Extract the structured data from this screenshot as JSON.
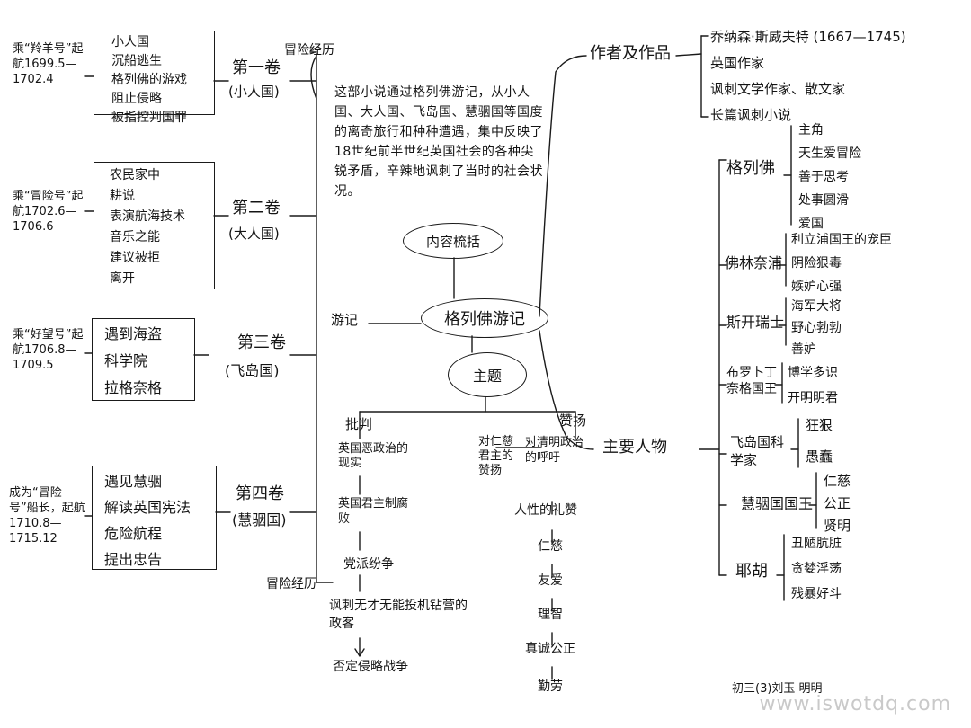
{
  "center": {
    "title": "格列佛游记"
  },
  "overview": {
    "heading": "内容梳括",
    "text": "这部小说通过格列佛游记，从小人国、大人国、飞岛国、慧骃国等国度的离奇旅行和种种遭遇，集中反映了18世纪前半世纪英国社会的各种尖锐矛盾，辛辣地讽刺了当时的社会状况。"
  },
  "left_branch": {
    "label": "游记",
    "adventure_top": "冒险经历",
    "adventure_bottom": "冒险经历",
    "volumes": [
      {
        "title": "第一卷",
        "country": "(小人国)",
        "ship": "乘“羚羊号”起航1699.5—1702.4",
        "events": [
          "小人国",
          "沉船逃生",
          "格列佛的游戏",
          "阻止侵略",
          "被指控判国罪"
        ]
      },
      {
        "title": "第二卷",
        "country": "(大人国)",
        "ship": "乘“冒险号”起航1702.6—1706.6",
        "events": [
          "农民家中",
          "耕说",
          "表演航海技术",
          "音乐之能",
          "建议被拒",
          "离开"
        ]
      },
      {
        "title": "第三卷",
        "country": "(飞岛国)",
        "ship": "乘“好望号”起航1706.8—1709.5",
        "events": [
          "遇到海盗",
          "科学院",
          "拉格奈格"
        ]
      },
      {
        "title": "第四卷",
        "country": "(慧骃国)",
        "ship": "成为“冒险号”船长，起航1710.8—1715.12",
        "events": [
          "遇见慧骃",
          "解读英国宪法",
          "危险航程",
          "提出忠告"
        ]
      }
    ]
  },
  "theme": {
    "label": "主题",
    "criticism": {
      "label": "批判",
      "items": [
        "英国恶政治的现实",
        "英国君主制腐败",
        "党派纷争",
        "讽刺无才无能投机钻营的政客",
        "否定侵略战争"
      ]
    },
    "praise": {
      "label": "赞扬",
      "left": "对仁慈君主的赞扬",
      "right": "对清明政治的呼吁",
      "chain": [
        "人性的礼赞",
        "仁慈",
        "友爱",
        "理智",
        "真诚公正",
        "勤劳"
      ]
    }
  },
  "author": {
    "label": "作者及作品",
    "lines": [
      "乔纳森·斯威夫特 (1667—1745)",
      "英国作家",
      "讽刺文学作家、散文家",
      "长篇讽刺小说"
    ]
  },
  "characters": {
    "label": "主要人物",
    "groups": [
      {
        "name": "格列佛",
        "traits": [
          "主角",
          "天生爱冒险",
          "善于思考",
          "处事圆滑",
          "爱国"
        ]
      },
      {
        "name": "佛林奈浦",
        "traits": [
          "利立浦国王的宠臣",
          "阴险狠毒",
          "嫉妒心强"
        ]
      },
      {
        "name": "斯开瑞士",
        "traits": [
          "海军大将",
          "野心勃勃",
          "善妒"
        ]
      },
      {
        "name": "布罗卜丁奈格国王",
        "traits": [
          "博学多识",
          "开明明君"
        ]
      },
      {
        "name": "飞岛国科学家",
        "traits": [
          "狂狠",
          "愚蠢"
        ]
      },
      {
        "name": "慧骃国国王",
        "traits": [
          "仁慈",
          "公正",
          "贤明"
        ]
      },
      {
        "name": "耶胡",
        "traits": [
          "丑陋肮脏",
          "贪婪淫荡",
          "残暴好斗"
        ]
      }
    ]
  },
  "footer": {
    "attribution": "初三(3)刘玉 明明",
    "watermark": "www.iswotdq.com"
  }
}
